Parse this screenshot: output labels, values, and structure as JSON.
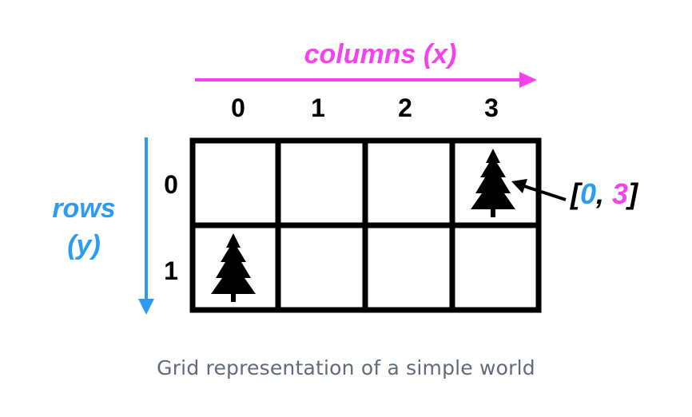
{
  "diagram": {
    "columns_label": "columns (x)",
    "rows_label_line1": "rows",
    "rows_label_line2": "(y)",
    "column_indices": [
      "0",
      "1",
      "2",
      "3"
    ],
    "row_indices": [
      "0",
      "1"
    ],
    "coordinate_label": {
      "open": "[",
      "row": "0",
      "separator": ", ",
      "col": "3",
      "close": "]"
    },
    "trees": [
      {
        "row": 0,
        "col": 3
      },
      {
        "row": 1,
        "col": 0
      }
    ],
    "colors": {
      "columns_accent": "#f542ee",
      "rows_accent": "#2b9cf2",
      "grid": "#000000"
    }
  },
  "caption": "Grid representation of a simple world"
}
